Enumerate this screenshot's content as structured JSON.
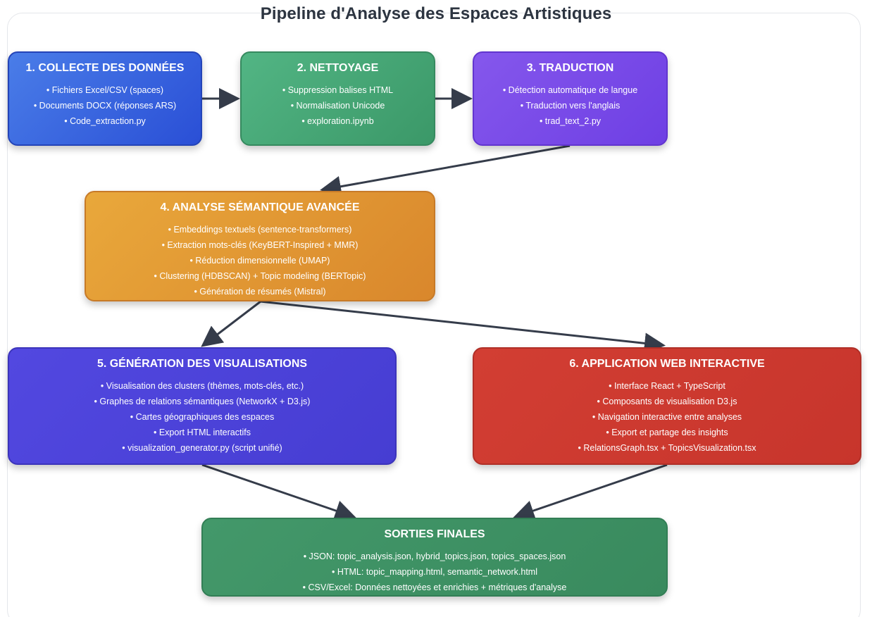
{
  "diagram": {
    "title": "Pipeline d'Analyse des Espaces Artistiques",
    "colors": {
      "arrow": "#353c4a",
      "collecte": "#3a63e0",
      "nettoyage": "#48a676",
      "traduction": "#7a4ae8",
      "analyse": "#e19834",
      "visualisations": "#4c42d8",
      "application": "#cc3a30",
      "sorties": "#3e9164"
    },
    "nodes": [
      {
        "id": "n1",
        "title": "1. COLLECTE DES DONNÉES",
        "items": [
          "• Fichiers Excel/CSV (spaces)",
          "• Documents DOCX (réponses ARS)",
          "• Code_extraction.py"
        ]
      },
      {
        "id": "n2",
        "title": "2. NETTOYAGE",
        "items": [
          "• Suppression balises HTML",
          "• Normalisation Unicode",
          "• exploration.ipynb"
        ]
      },
      {
        "id": "n3",
        "title": "3. TRADUCTION",
        "items": [
          "• Détection automatique de langue",
          "• Traduction vers l'anglais",
          "• trad_text_2.py"
        ]
      },
      {
        "id": "n4",
        "title": "4. ANALYSE SÉMANTIQUE AVANCÉE",
        "items": [
          "• Embeddings textuels (sentence-transformers)",
          "• Extraction mots-clés (KeyBERT-Inspired + MMR)",
          "• Réduction dimensionnelle (UMAP)",
          "• Clustering (HDBSCAN) + Topic modeling (BERTopic)",
          "• Génération de résumés (Mistral)"
        ]
      },
      {
        "id": "n5",
        "title": "5. GÉNÉRATION DES VISUALISATIONS",
        "items": [
          "• Visualisation des clusters (thèmes, mots-clés, etc.)",
          "• Graphes de relations sémantiques (NetworkX + D3.js)",
          "• Cartes géographiques des espaces",
          "• Export HTML interactifs",
          "• visualization_generator.py (script unifié)"
        ]
      },
      {
        "id": "n6",
        "title": "6. APPLICATION WEB INTERACTIVE",
        "items": [
          "• Interface React + TypeScript",
          "• Composants de visualisation D3.js",
          "• Navigation interactive entre analyses",
          "• Export et partage des insights",
          "• RelationsGraph.tsx + TopicsVisualization.tsx"
        ]
      },
      {
        "id": "n7",
        "title": "SORTIES FINALES",
        "items": [
          "• JSON: topic_analysis.json, hybrid_topics.json, topics_spaces.json",
          "• HTML: topic_mapping.html, semantic_network.html",
          "• CSV/Excel: Données nettoyées et enrichies + métriques d'analyse"
        ]
      }
    ],
    "edges": [
      {
        "from": "n1",
        "to": "n2"
      },
      {
        "from": "n2",
        "to": "n3"
      },
      {
        "from": "n3",
        "to": "n4"
      },
      {
        "from": "n4",
        "to": "n5"
      },
      {
        "from": "n4",
        "to": "n6"
      },
      {
        "from": "n5",
        "to": "n7"
      },
      {
        "from": "n6",
        "to": "n7"
      }
    ]
  }
}
